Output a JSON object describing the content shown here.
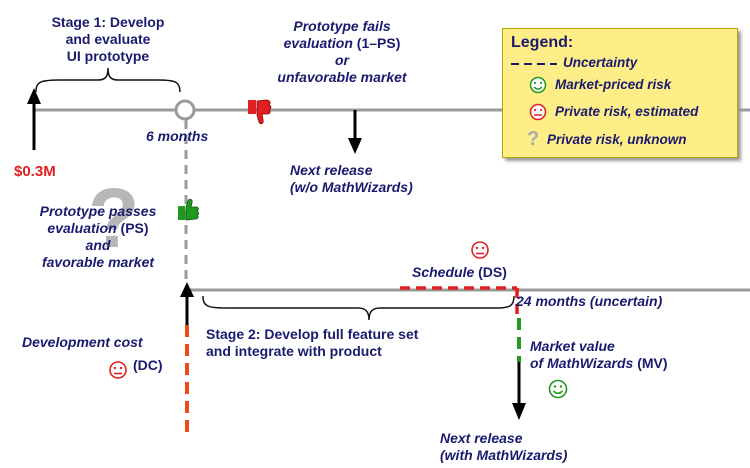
{
  "stage1": {
    "line1": "Stage 1: Develop",
    "line2": "and evaluate",
    "line3": "UI prototype"
  },
  "cost_start": "$0.3M",
  "six_months": "6 months",
  "fail": {
    "line1": "Prototype fails",
    "line2a": "evaluation",
    "line2b": " (1–PS)",
    "line3": "or",
    "line4": "unfavorable market"
  },
  "next_release_without": {
    "line1": "Next release",
    "line2": "(w/o MathWizards)"
  },
  "pass": {
    "line1": "Prototype passes",
    "line2a": "evaluation",
    "line2b": " (PS)",
    "line3": "and",
    "line4": "favorable market"
  },
  "schedule": {
    "label": "Schedule",
    "abbr": " (DS)"
  },
  "twenty_four": "24 months (uncertain)",
  "dev_cost": {
    "line1": "Development cost",
    "abbr": "(DC)"
  },
  "stage2": {
    "line1": "Stage 2: Develop full feature set",
    "line2": "and integrate with product"
  },
  "market_value": {
    "line1": "Market value",
    "line2": "of MathWizards",
    "abbr": " (MV)"
  },
  "next_release_with": {
    "line1": "Next release",
    "line2": "(with MathWizards)"
  },
  "legend": {
    "title": "Legend:",
    "uncertainty": "Uncertainty",
    "market_risk": "Market-priced risk",
    "private_estimated": "Private risk, estimated",
    "private_unknown": "Private risk, unknown"
  },
  "colors": {
    "navy": "#1a1a6e",
    "red": "#e02020",
    "green": "#1f9a1f",
    "orange": "#f04a1a",
    "legend_bg": "#ffee88",
    "timeline": "#9a9a9a"
  },
  "icons": [
    "thumbs-down-icon",
    "thumbs-up-icon",
    "smiley-happy-icon",
    "smiley-neutral-icon",
    "question-mark-icon"
  ]
}
